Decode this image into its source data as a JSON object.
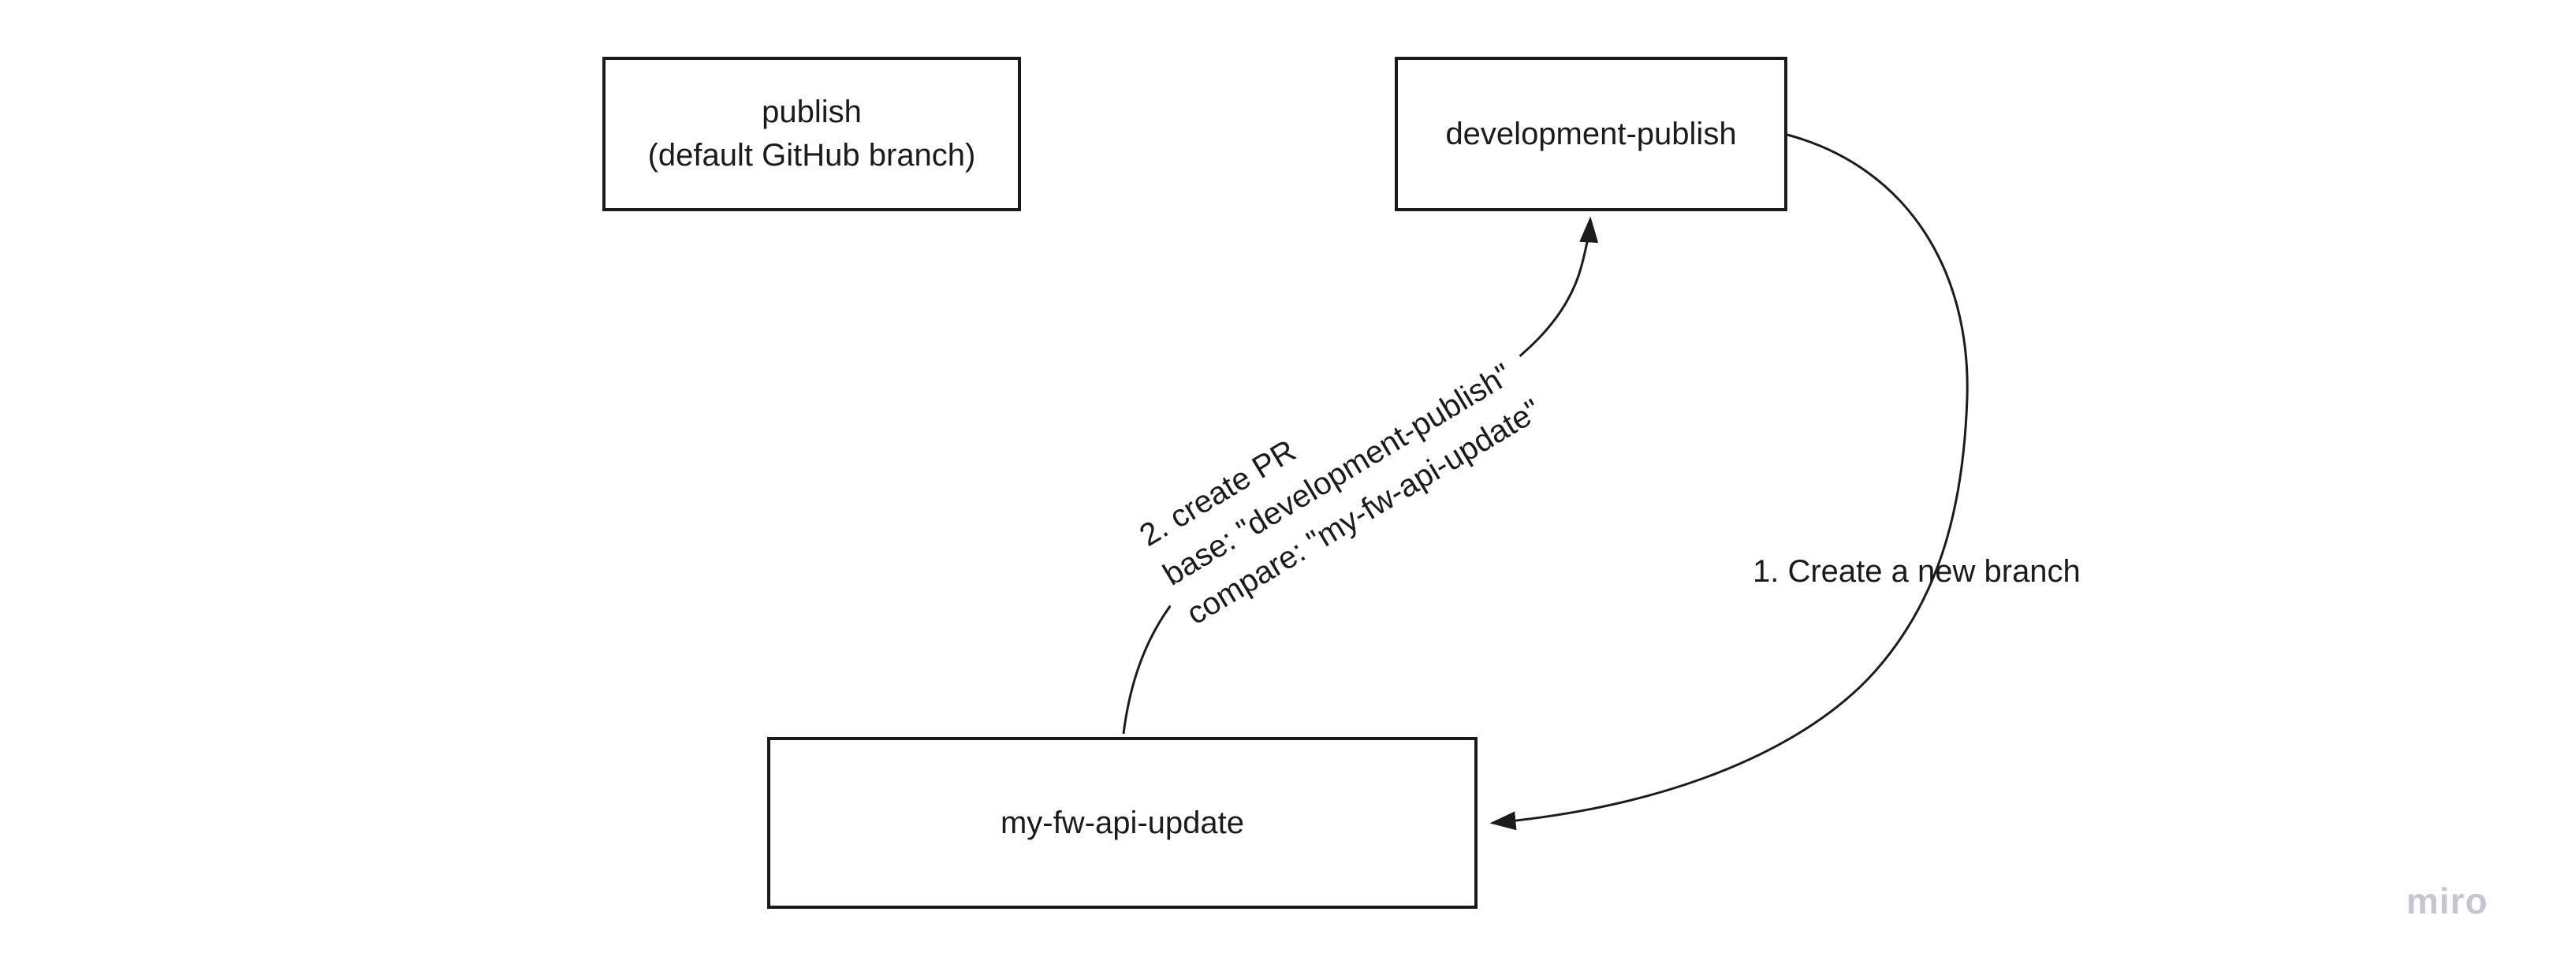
{
  "board": {
    "background": "#ffffff"
  },
  "colors": {
    "line": "#1c1c1c",
    "box_border": "#1a1a1a",
    "text": "#1b1b1b",
    "watermark": "#c5c7d0"
  },
  "nodes": {
    "publish": {
      "line1": "publish",
      "line2": "(default GitHub branch)"
    },
    "development_publish": {
      "label": "development-publish"
    },
    "my_fw_api_update": {
      "label": "my-fw-api-update"
    }
  },
  "connectors": {
    "create_branch": {
      "label": "1. Create a new branch"
    },
    "create_pr": {
      "line1": "2. create PR",
      "line2": "base: \"development-publish\"",
      "line3": "compare: \"my-fw-api-update\""
    }
  },
  "watermark": {
    "label": "miro"
  }
}
